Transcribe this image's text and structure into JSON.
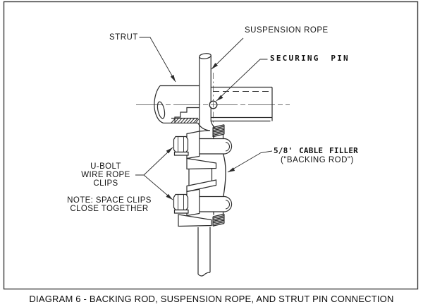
{
  "figure": {
    "caption": "DIAGRAM 6 - BACKING ROD, SUSPENSION ROPE, AND STRUT PIN CONNECTION",
    "labels": {
      "strut": "STRUT",
      "suspension_rope": "SUSPENSION ROPE",
      "securing_pin": "SECURING PIN",
      "u_bolt": [
        "U-BOLT",
        "WIRE ROPE",
        "CLIPS"
      ],
      "note": [
        "NOTE: SPACE CLIPS",
        "CLOSE TOGETHER"
      ],
      "cable_filler": "5/8' CABLE FILLER",
      "backing_rod": "(\"BACKING ROD\")"
    },
    "colors": {
      "ink": "#2b2b2b",
      "background": "#ffffff"
    }
  }
}
